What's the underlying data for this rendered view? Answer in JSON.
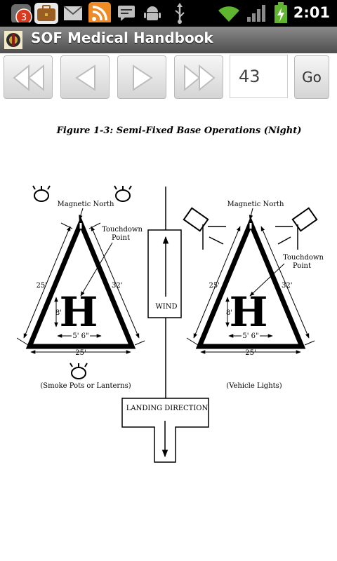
{
  "statusbar": {
    "notification_count": "3",
    "clock": "2:01"
  },
  "app": {
    "title": "SOF Medical Handbook"
  },
  "toolbar": {
    "page_value": "43",
    "go_label": "Go"
  },
  "figure": {
    "caption": "Figure 1-3: Semi-Fixed Base Operations (Night)",
    "left": {
      "north_label": "Magnetic North",
      "touchdown_line1": "Touchdown",
      "touchdown_line2": "Point",
      "side_left": "25'",
      "side_right": "32'",
      "height": "8'",
      "h_width": "5' 6\"",
      "base": "25'",
      "caption": "(Smoke Pots or Lanterns)"
    },
    "center": {
      "wind_label": "WIND",
      "landing_label": "LANDING DIRECTION"
    },
    "right": {
      "north_label": "Magnetic North",
      "touchdown_line1": "Touchdown",
      "touchdown_line2": "Point",
      "side_left": "25'",
      "side_right": "32'",
      "height": "8'",
      "h_width": "5' 6\"",
      "base": "25'",
      "caption": "(Vehicle Lights)"
    },
    "h_letter": "H"
  }
}
